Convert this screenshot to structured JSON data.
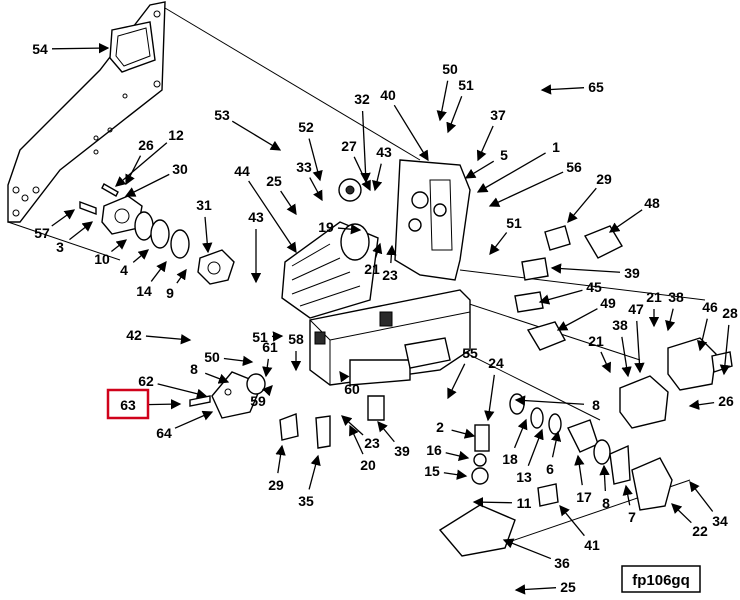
{
  "diagram": {
    "figure_id": "fp106gq",
    "highlight_color": "#d0021b",
    "highlighted_label": "63",
    "callouts": [
      {
        "id": "54",
        "label": "54"
      },
      {
        "id": "26a",
        "label": "26"
      },
      {
        "id": "12",
        "label": "12"
      },
      {
        "id": "30",
        "label": "30"
      },
      {
        "id": "57",
        "label": "57"
      },
      {
        "id": "3",
        "label": "3"
      },
      {
        "id": "10",
        "label": "10"
      },
      {
        "id": "4",
        "label": "4"
      },
      {
        "id": "14",
        "label": "14"
      },
      {
        "id": "9",
        "label": "9"
      },
      {
        "id": "31",
        "label": "31"
      },
      {
        "id": "53",
        "label": "53"
      },
      {
        "id": "52",
        "label": "52"
      },
      {
        "id": "32",
        "label": "32"
      },
      {
        "id": "40",
        "label": "40"
      },
      {
        "id": "50a",
        "label": "50"
      },
      {
        "id": "51a",
        "label": "51"
      },
      {
        "id": "65",
        "label": "65"
      },
      {
        "id": "37",
        "label": "37"
      },
      {
        "id": "1",
        "label": "1"
      },
      {
        "id": "5",
        "label": "5"
      },
      {
        "id": "56",
        "label": "56"
      },
      {
        "id": "27",
        "label": "27"
      },
      {
        "id": "43a",
        "label": "43"
      },
      {
        "id": "44",
        "label": "44"
      },
      {
        "id": "25a",
        "label": "25"
      },
      {
        "id": "33",
        "label": "33"
      },
      {
        "id": "19",
        "label": "19"
      },
      {
        "id": "43b",
        "label": "43"
      },
      {
        "id": "21a",
        "label": "21"
      },
      {
        "id": "23a",
        "label": "23"
      },
      {
        "id": "29a",
        "label": "29"
      },
      {
        "id": "48",
        "label": "48"
      },
      {
        "id": "51b",
        "label": "51"
      },
      {
        "id": "39a",
        "label": "39"
      },
      {
        "id": "45",
        "label": "45"
      },
      {
        "id": "49",
        "label": "49"
      },
      {
        "id": "42",
        "label": "42"
      },
      {
        "id": "51c",
        "label": "51"
      },
      {
        "id": "58",
        "label": "58"
      },
      {
        "id": "50b",
        "label": "50"
      },
      {
        "id": "61",
        "label": "61"
      },
      {
        "id": "8a",
        "label": "8"
      },
      {
        "id": "62",
        "label": "62"
      },
      {
        "id": "63",
        "label": "63"
      },
      {
        "id": "64",
        "label": "64"
      },
      {
        "id": "59",
        "label": "59"
      },
      {
        "id": "60",
        "label": "60"
      },
      {
        "id": "55",
        "label": "55"
      },
      {
        "id": "24",
        "label": "24"
      },
      {
        "id": "2",
        "label": "2"
      },
      {
        "id": "16",
        "label": "16"
      },
      {
        "id": "15",
        "label": "15"
      },
      {
        "id": "11",
        "label": "11"
      },
      {
        "id": "36",
        "label": "36"
      },
      {
        "id": "25b",
        "label": "25"
      },
      {
        "id": "29b",
        "label": "29"
      },
      {
        "id": "35",
        "label": "35"
      },
      {
        "id": "20",
        "label": "20"
      },
      {
        "id": "23b",
        "label": "23"
      },
      {
        "id": "39b",
        "label": "39"
      },
      {
        "id": "18",
        "label": "18"
      },
      {
        "id": "13",
        "label": "13"
      },
      {
        "id": "6",
        "label": "6"
      },
      {
        "id": "17",
        "label": "17"
      },
      {
        "id": "8b",
        "label": "8"
      },
      {
        "id": "7",
        "label": "7"
      },
      {
        "id": "41",
        "label": "41"
      },
      {
        "id": "22",
        "label": "22"
      },
      {
        "id": "34",
        "label": "34"
      },
      {
        "id": "8c",
        "label": "8"
      },
      {
        "id": "21b",
        "label": "21"
      },
      {
        "id": "38a",
        "label": "38"
      },
      {
        "id": "47",
        "label": "47"
      },
      {
        "id": "21c",
        "label": "21"
      },
      {
        "id": "38b",
        "label": "38"
      },
      {
        "id": "46",
        "label": "46"
      },
      {
        "id": "28",
        "label": "28"
      },
      {
        "id": "26b",
        "label": "26"
      }
    ]
  }
}
